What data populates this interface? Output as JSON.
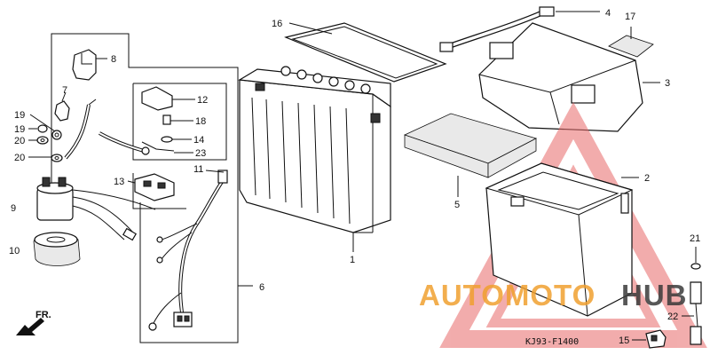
{
  "diagram": {
    "code_label": "KJ93-F1400",
    "direction_label": "FR.",
    "watermark": {
      "word1": "AUTOMOTO",
      "word2": "HUB",
      "color_main": "#f0a030",
      "color_hub": "#3a3a3a",
      "triangle_color": "#e86a6a"
    },
    "callouts": [
      "1",
      "2",
      "3",
      "4",
      "5",
      "6",
      "7",
      "8",
      "9",
      "10",
      "11",
      "12",
      "13",
      "14",
      "15",
      "16",
      "17",
      "18",
      "19",
      "19",
      "20",
      "20",
      "21",
      "22",
      "23"
    ]
  }
}
